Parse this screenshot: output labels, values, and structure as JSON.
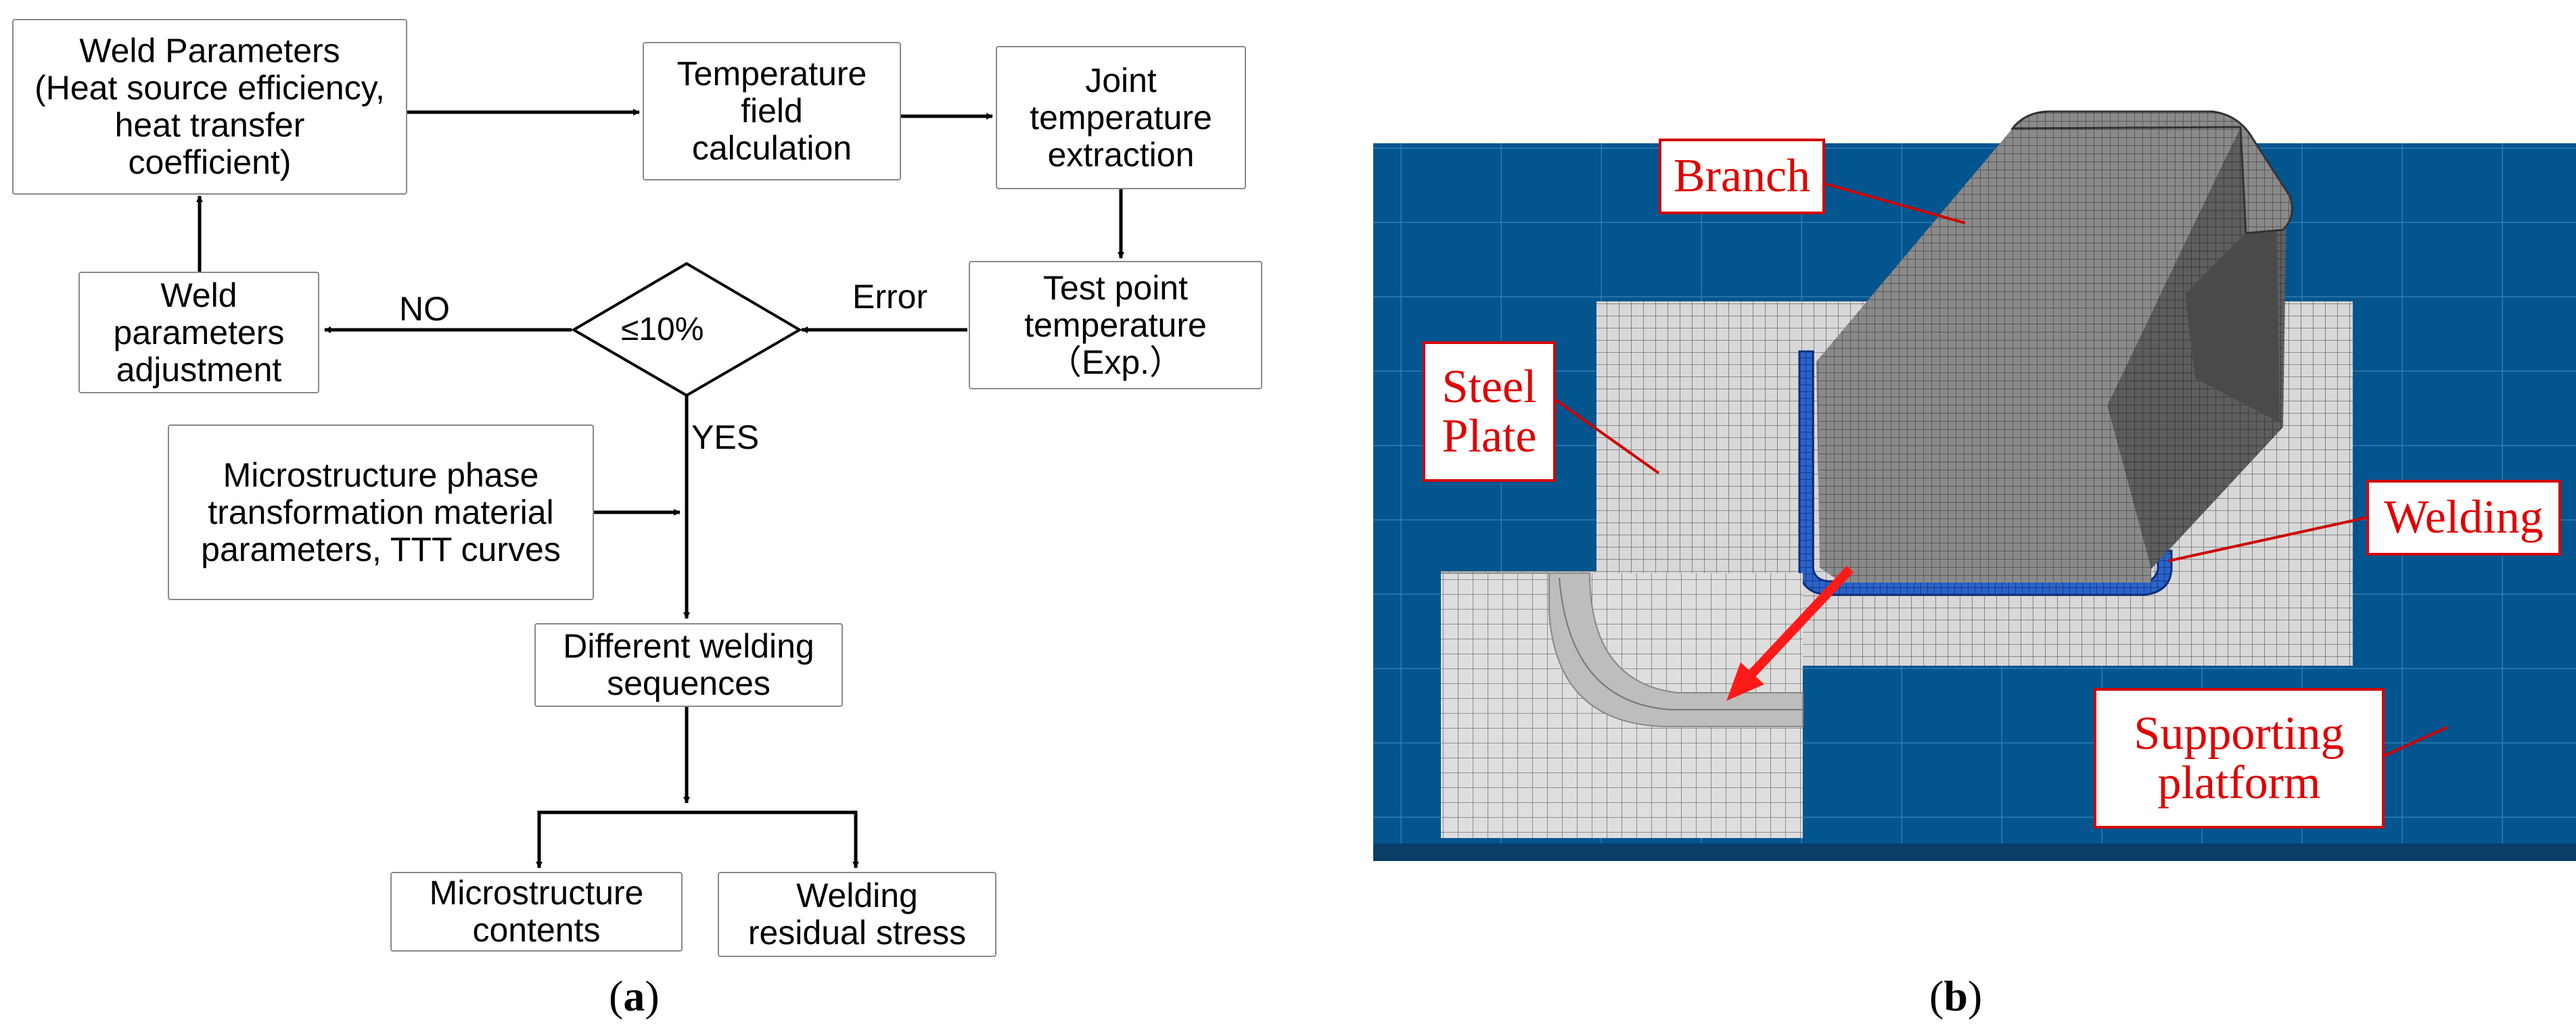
{
  "flowchart": {
    "weld_parameters": "Weld Parameters\n(Heat source efficiency,\nheat transfer\ncoefficient)",
    "temperature_field": "Temperature\nfield\ncalculation",
    "joint_temperature": "Joint\ntemperature\nextraction",
    "test_point": "Test point\ntemperature\n（Exp.）",
    "decision": "≤10%",
    "error_label": "Error",
    "no_label": "NO",
    "yes_label": "YES",
    "weld_adjustment": "Weld\nparameters\nadjustment",
    "microstructure_params": "Microstructure phase\ntransformation material\nparameters, TTT curves",
    "welding_sequences": "Different welding\nsequences",
    "microstructure_contents": "Microstructure\ncontents",
    "residual_stress": "Welding\nresidual stress"
  },
  "captions": {
    "a": "(a)",
    "a_letter": "a",
    "b": "(b)",
    "b_letter": "b"
  },
  "model": {
    "labels": {
      "branch": "Branch",
      "steel_plate": "Steel\nPlate",
      "welding": "Welding",
      "supporting_platform": "Supporting\nplatform"
    },
    "colors": {
      "platform": "#03558f",
      "platform_grid": "#1f6fa6",
      "plate": "#d2d2d2",
      "mesh": "#6a6a6a",
      "branch": "#7a7a7a",
      "weld": "#2b63c8",
      "callout": "#e00000"
    }
  }
}
